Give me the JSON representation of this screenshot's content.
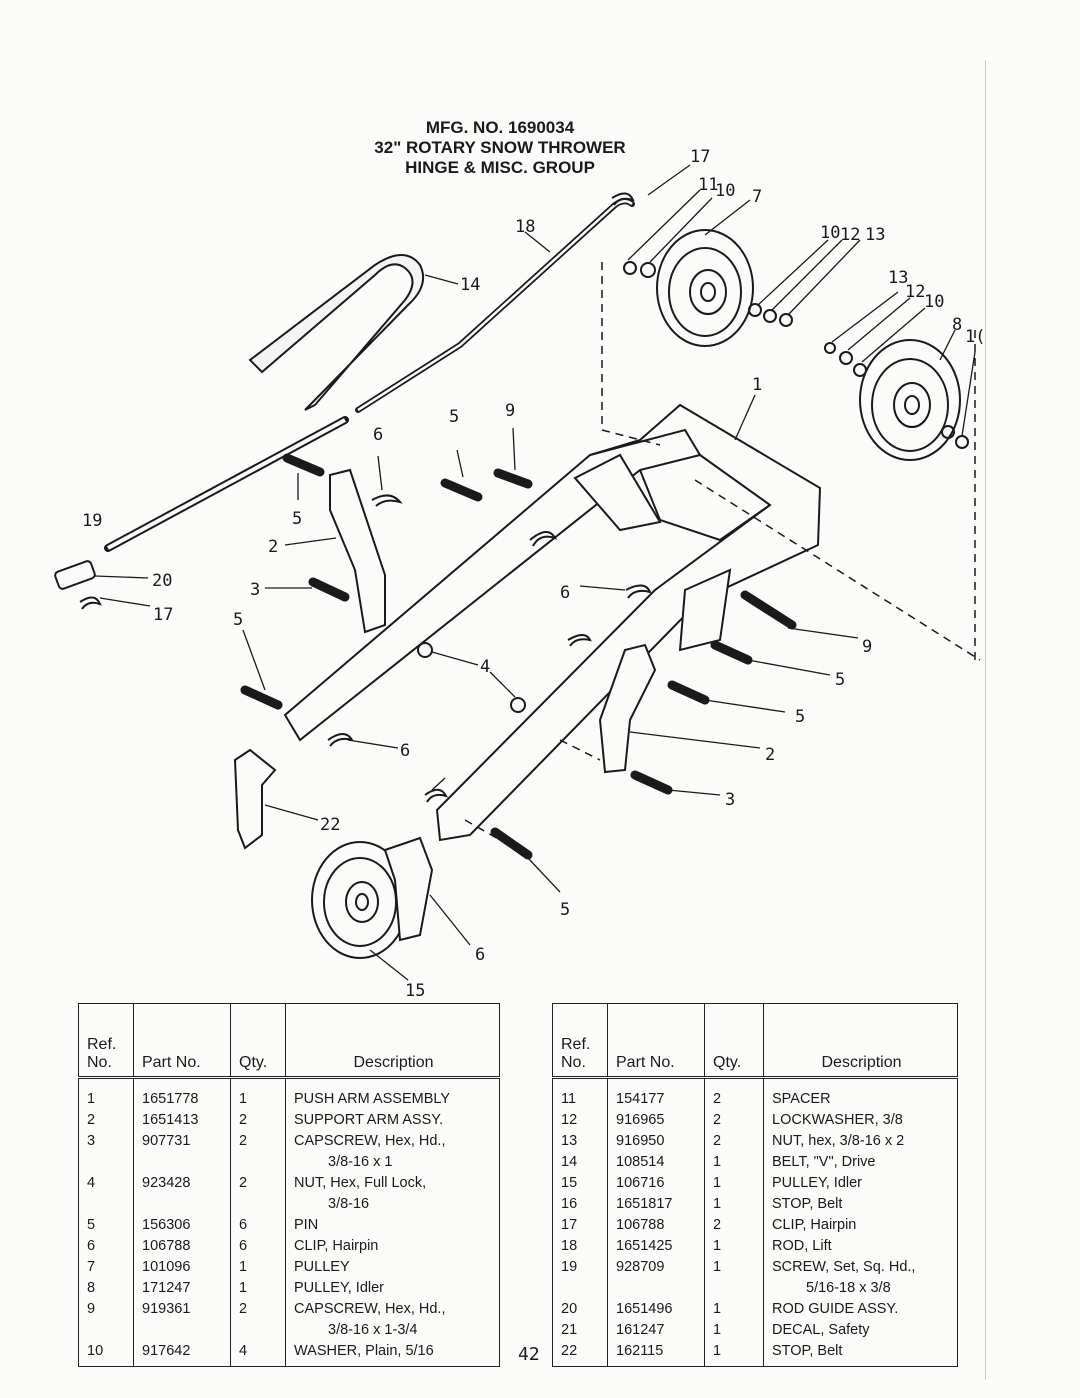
{
  "title": {
    "line1": "MFG. NO. 1690034",
    "line2": "32\" ROTARY SNOW THROWER",
    "line3": "HINGE & MISC. GROUP"
  },
  "diagram": {
    "callouts": {
      "c17a": "17",
      "c11a": "11",
      "c10a": "10",
      "c7": "7",
      "c18": "18",
      "c10b": "10",
      "c12a": "12",
      "c13a": "13",
      "c14": "14",
      "c13b": "13",
      "c12b": "12",
      "c10c": "10",
      "c8": "8",
      "c11b": "1(",
      "c1": "1",
      "c5a": "5",
      "c9a": "9",
      "c6a": "6",
      "c19": "19",
      "c5b": "5",
      "c2a": "2",
      "c20": "20",
      "c3a": "3",
      "c17b": "17",
      "c6b": "6",
      "c5c": "5",
      "c9b": "9",
      "c4": "4",
      "c5d": "5",
      "c5e": "5",
      "c2b": "2",
      "c6c": "6",
      "c3b": "3",
      "c22": "22",
      "c5f": "5",
      "c6d": "6",
      "c15": "15"
    }
  },
  "table_headers": {
    "ref_line1": "Ref.",
    "ref_line2": "No.",
    "part_no": "Part No.",
    "qty": "Qty.",
    "description": "Description"
  },
  "parts_left": [
    {
      "ref": "1",
      "part": "1651778",
      "qty": "1",
      "desc": "PUSH ARM ASSEMBLY",
      "desc2": ""
    },
    {
      "ref": "2",
      "part": "1651413",
      "qty": "2",
      "desc": "SUPPORT ARM ASSY.",
      "desc2": ""
    },
    {
      "ref": "3",
      "part": "907731",
      "qty": "2",
      "desc": "CAPSCREW, Hex, Hd.,",
      "desc2": "3/8-16 x 1"
    },
    {
      "ref": "4",
      "part": "923428",
      "qty": "2",
      "desc": "NUT, Hex, Full Lock,",
      "desc2": "3/8-16"
    },
    {
      "ref": "5",
      "part": "156306",
      "qty": "6",
      "desc": "PIN",
      "desc2": ""
    },
    {
      "ref": "6",
      "part": "106788",
      "qty": "6",
      "desc": "CLIP, Hairpin",
      "desc2": ""
    },
    {
      "ref": "7",
      "part": "101096",
      "qty": "1",
      "desc": "PULLEY",
      "desc2": ""
    },
    {
      "ref": "8",
      "part": "171247",
      "qty": "1",
      "desc": "PULLEY, Idler",
      "desc2": ""
    },
    {
      "ref": "9",
      "part": "919361",
      "qty": "2",
      "desc": "CAPSCREW, Hex, Hd.,",
      "desc2": "3/8-16 x 1-3/4"
    },
    {
      "ref": "10",
      "part": "917642",
      "qty": "4",
      "desc": "WASHER, Plain, 5/16",
      "desc2": ""
    }
  ],
  "parts_right": [
    {
      "ref": "11",
      "part": "154177",
      "qty": "2",
      "desc": "SPACER",
      "desc2": ""
    },
    {
      "ref": "12",
      "part": "916965",
      "qty": "2",
      "desc": "LOCKWASHER, 3/8",
      "desc2": ""
    },
    {
      "ref": "13",
      "part": "916950",
      "qty": "2",
      "desc": "NUT, hex, 3/8-16 x 2",
      "desc2": ""
    },
    {
      "ref": "14",
      "part": "108514",
      "qty": "1",
      "desc": "BELT, \"V\", Drive",
      "desc2": ""
    },
    {
      "ref": "15",
      "part": "106716",
      "qty": "1",
      "desc": "PULLEY, Idler",
      "desc2": ""
    },
    {
      "ref": "16",
      "part": "1651817",
      "qty": "1",
      "desc": "STOP, Belt",
      "desc2": ""
    },
    {
      "ref": "17",
      "part": "106788",
      "qty": "2",
      "desc": "CLIP, Hairpin",
      "desc2": ""
    },
    {
      "ref": "18",
      "part": "1651425",
      "qty": "1",
      "desc": "ROD, Lift",
      "desc2": ""
    },
    {
      "ref": "19",
      "part": "928709",
      "qty": "1",
      "desc": "SCREW, Set, Sq. Hd.,",
      "desc2": "5/16-18 x 3/8"
    },
    {
      "ref": "20",
      "part": "1651496",
      "qty": "1",
      "desc": "ROD GUIDE ASSY.",
      "desc2": ""
    },
    {
      "ref": "21",
      "part": "161247",
      "qty": "1",
      "desc": "DECAL, Safety",
      "desc2": ""
    },
    {
      "ref": "22",
      "part": "162115",
      "qty": "1",
      "desc": "STOP, Belt",
      "desc2": ""
    }
  ],
  "page_number": "42"
}
